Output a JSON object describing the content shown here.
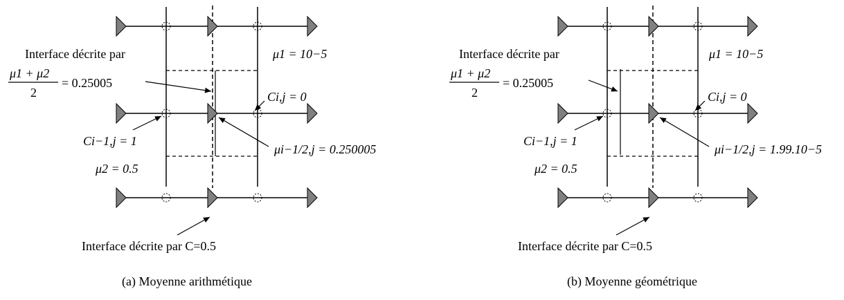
{
  "panels": [
    {
      "caption": "(a) Moyenne arithmétique",
      "interface_mean_label": "Interface décrite par",
      "mean_formula_numerator": "μ1 + μ2",
      "mean_formula_denominator": "2",
      "mean_value": "= 0.25005",
      "mu1_label": "μ1 = 10−5",
      "mu2_label": "μ2 = 0.5",
      "c_left_label": "Ci−1,j = 1",
      "c_right_label": "Ci,j = 0",
      "mu_half_label": "μi−1/2,j = 0.250005",
      "interface_c_label": "Interface décrite par C=0.5"
    },
    {
      "caption": "(b) Moyenne géométrique",
      "interface_mean_label": "Interface décrite par",
      "mean_formula_numerator": "μ1 + μ2",
      "mean_formula_denominator": "2",
      "mean_value": "= 0.25005",
      "mu1_label": "μ1 = 10−5",
      "mu2_label": "μ2 = 0.5",
      "c_left_label": "Ci−1,j = 1",
      "c_right_label": "Ci,j = 0",
      "mu_half_label": "μi−1/2,j = 1.99.10−5",
      "interface_c_label": "Interface décrite par C=0.5"
    }
  ]
}
